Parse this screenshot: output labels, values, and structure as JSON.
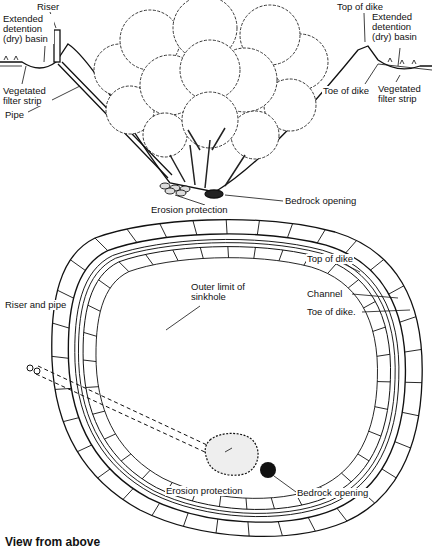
{
  "diagram": {
    "labels": [
      "Riser",
      "Extended detention (dry) basin",
      "Vegetated filter strip",
      "Pipe",
      "Erosion protection",
      "Bedrock opening",
      "Top of dike",
      "Extended detention (dry) basin",
      "Vegetated filter strip",
      "Toe of dike",
      "Riser and pipe",
      "Outer limit of sinkhole",
      "Top of dike",
      "Channel",
      "Toe of dike.",
      "Erosion protection",
      "Bedrock opening",
      "View from above"
    ]
  }
}
